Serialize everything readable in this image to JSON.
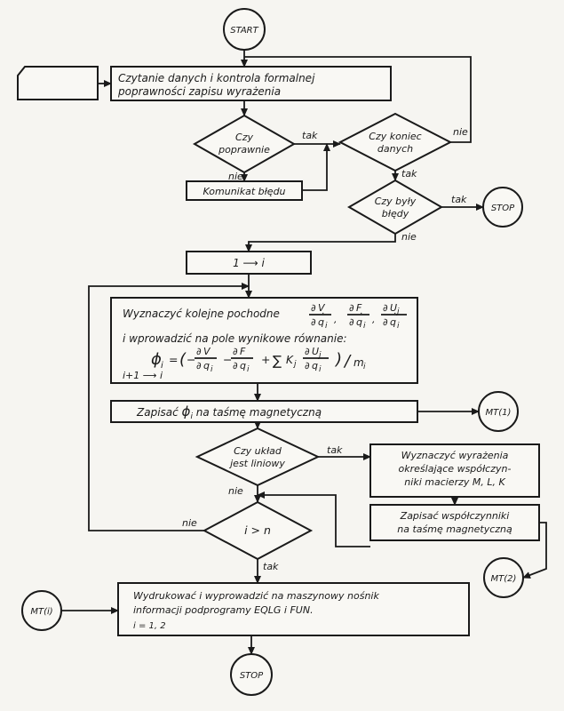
{
  "terminals": {
    "start": "START",
    "stop_right": "STOP",
    "stop_bottom": "STOP"
  },
  "read_box": {
    "line1": "Czytanie danych i kontrola formalnej",
    "line2": "poprawności zapisu wyrażenia"
  },
  "decisions": {
    "correct": {
      "line1": "Czy",
      "line2": "poprawnie"
    },
    "end_of_data": {
      "line1": "Czy koniec",
      "line2": "danych"
    },
    "errors": {
      "line1": "Czy były",
      "line2": "błędy"
    },
    "linear": {
      "line1": "Czy układ",
      "line2": "jest liniowy"
    },
    "i_gt_n": {
      "label": "i > n"
    }
  },
  "branch_labels": {
    "tak": "tak",
    "nie": "nie"
  },
  "error_box": {
    "label": "Komunikat błędu"
  },
  "init_box": {
    "label": "1 ⟶ i"
  },
  "derivatives_box": {
    "line1": "Wyznaczyć kolejne pochodne",
    "d_symbol": "∂",
    "numerators": [
      "V",
      "F",
      "U",
      "j"
    ],
    "denominators": [
      "q",
      "i"
    ],
    "dot": "˙",
    "comma": ",",
    "line2": "i wprowadzić na pole wynikowe równanie:",
    "phi": "ϕ",
    "sub_i": "i",
    "sub_j": "j",
    "equals": "=",
    "paren_open": "(",
    "paren_close": ")",
    "minus": "−",
    "plus": "+",
    "sum": "∑",
    "K": "K",
    "slash": "/",
    "m": "m",
    "line_inc": "i+1 ⟶ i"
  },
  "save_phi_box": {
    "prefix": "Zapisać ",
    "phi": "ϕ",
    "sub": "i",
    "suffix": " na taśmę magnetyczną"
  },
  "coeff_box": {
    "line1": "Wyznaczyć wyrażenia",
    "line2": "określające współczyn-",
    "line3": "niki macierzy M, L, K"
  },
  "save_coeff_box": {
    "line1": "Zapisać współczynniki",
    "line2": "na taśmę magnetyczną"
  },
  "print_box": {
    "line1": "Wydrukować i wyprowadzić na maszynowy nośnik",
    "line2": "informacji podprogramy EQLG i FUN.",
    "line3": "i = 1, 2"
  },
  "connectors": {
    "mt1": "MT(1)",
    "mt2": "MT(2)",
    "mti": "MT(i)"
  }
}
